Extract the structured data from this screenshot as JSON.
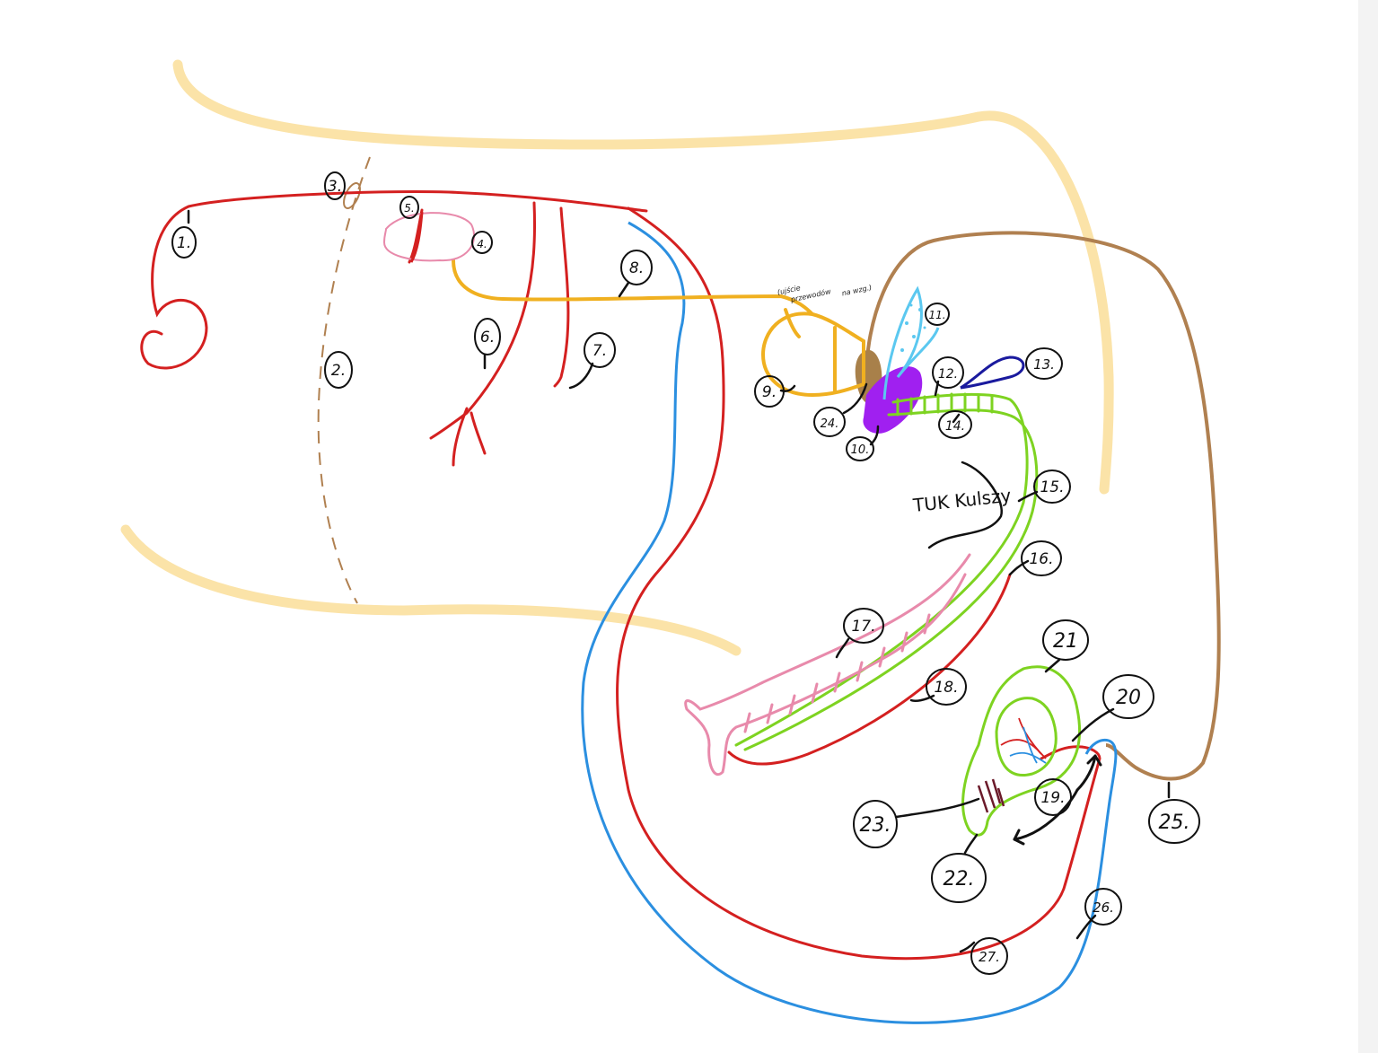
{
  "labels": {
    "l1": "1.",
    "l2": "2.",
    "l3": "3.",
    "l4": "4.",
    "l5": "5.",
    "l6": "6.",
    "l7": "7.",
    "l8": "8.",
    "l9": "9.",
    "l10": "10.",
    "l11": "11.",
    "l12": "12.",
    "l13": "13.",
    "l14": "14.",
    "l15": "15.",
    "l16": "16.",
    "l17": "17.",
    "l18": "18.",
    "l19": "19.",
    "l20": "20",
    "l21": "21",
    "l22": "22.",
    "l23": "23.",
    "l24": "24.",
    "l25": "25.",
    "l26": "26.",
    "l27": "27."
  },
  "annotations": {
    "note_line1": "(ujście",
    "note_line2": "przewodów",
    "note_line3": "na wzg.)",
    "tuk": "TUK Kulszy"
  },
  "colors": {
    "peritoneum": "#fbe3a8",
    "artery": "#d42020",
    "vein": "#2b8fe0",
    "yellow_duct": "#f0b020",
    "brown": "#b08050",
    "green": "#7ed321",
    "pink": "#e88aab",
    "purple": "#a020f0",
    "light_blue": "#5bc8f0",
    "dark_blue": "#1a1a9e"
  }
}
